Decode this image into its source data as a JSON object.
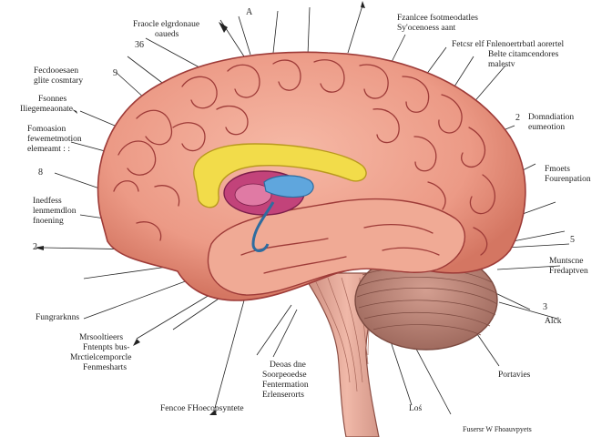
{
  "colors": {
    "cortex": "#ec9a86",
    "cortex_shadow": "#c9685a",
    "sulcus": "#9e3b38",
    "yellow_band": "#f2dc4a",
    "magenta_nucleus": "#c2437a",
    "blue_ventricle": "#5fa6dd",
    "cerebellum": "#b98478",
    "brainstem": "#e2a899",
    "leader_line": "#222222"
  },
  "labels": {
    "top_center": [
      "Fraocle elgrdonaue",
      "oaueds"
    ],
    "top_num": "A",
    "top_right": [
      "Fzanlcee fsotmeodatles",
      "Sy'ocenoess aant"
    ],
    "upper_right": [
      "Fetcsr elf Fnlenoertrbatl aorertel",
      "Belte citamcendores",
      "malestv"
    ],
    "right_1_num": "2",
    "right_1": [
      "Domndiation",
      "eumeotion"
    ],
    "right_2": [
      "Fmoets",
      "Fourenpation"
    ],
    "right_3_num": "5",
    "right_4": [
      "Muntscne",
      "Fredaptven"
    ],
    "right_5_num": "3",
    "right_6": "Alck",
    "bottom_right": "Portavies",
    "bottom_right_caption": "Fusersr W Fhoauvpyets",
    "left_1_num": "36",
    "left_2_num": "9",
    "left_3": [
      "Fecdooesaen",
      "glite cosmtary"
    ],
    "left_4": [
      "Fsonnes",
      "Iliegemeaonate"
    ],
    "left_5": [
      "Fomoasion",
      "fewemetmotion",
      "elemeamt : :"
    ],
    "left_6_num": "8",
    "left_7": [
      "Inedfess",
      "lenmemdlon",
      "fnoening"
    ],
    "left_8_num": "2",
    "left_9": "Fungrarknns",
    "bottom_left": [
      "Mrsooltieers",
      "Fntenpts bus-",
      "Mrctielcemporcle",
      "Fenmesharts"
    ],
    "bottom_center": [
      "Deoas dne",
      "Soorpeoedse",
      "Fentermation",
      "Erlenserorts"
    ],
    "bottom_center_2": "Fencoe FHoecopsyntete",
    "bottom_mid": "Loś"
  }
}
